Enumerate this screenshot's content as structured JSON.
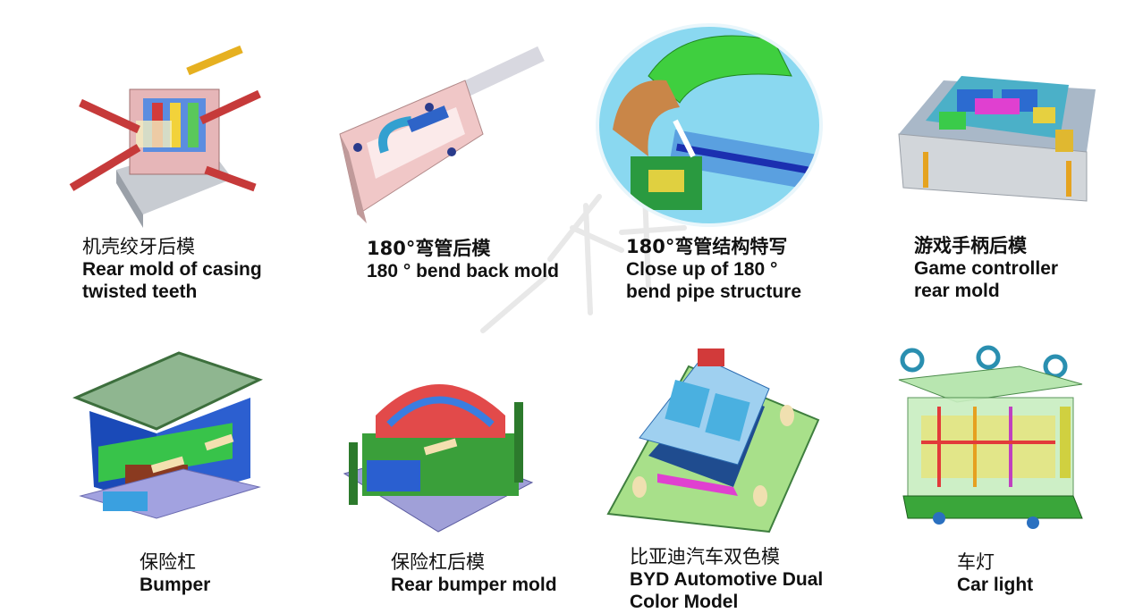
{
  "items": [
    {
      "zh": "机壳绞牙后模",
      "en1": "Rear mold of casing",
      "en2": "twisted teeth"
    },
    {
      "zh": "180°弯管后模",
      "en1": "180 ° bend back mold",
      "en2": ""
    },
    {
      "zh": "180°弯管结构特写",
      "en1": "Close up of 180 °",
      "en2": "bend pipe structure"
    },
    {
      "zh": "游戏手柄后模",
      "en1": "Game controller",
      "en2": "rear mold"
    },
    {
      "zh": "保险杠",
      "en1": "Bumper",
      "en2": ""
    },
    {
      "zh": "保险杠后模",
      "en1": "Rear bumper mold",
      "en2": ""
    },
    {
      "zh": "比亚迪汽车双色模",
      "en1": "BYD Automotive Dual",
      "en2": "Color Model"
    },
    {
      "zh": "车灯",
      "en1": "Car light",
      "en2": ""
    }
  ],
  "colors": {
    "text": "#111111",
    "mold_gray": "#b9c0c8",
    "mold_pink": "#e9b7b7",
    "mold_green": "#7fcf5a",
    "mold_blue": "#2f5fd0",
    "mold_purple": "#9d9ad9",
    "watermark": "#e6e6e6"
  }
}
